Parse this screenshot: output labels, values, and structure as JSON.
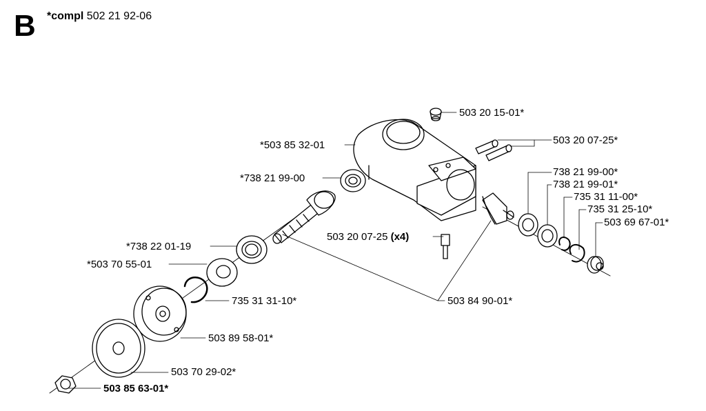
{
  "header": {
    "section_letter": "B",
    "compl_prefix": "*compl",
    "compl_number": "502 21 92-06"
  },
  "parts": [
    {
      "id": "p1",
      "label": "503 20 15-01*"
    },
    {
      "id": "p2",
      "label": "*503 85 32-01"
    },
    {
      "id": "p3",
      "label": "503 20 07-25*"
    },
    {
      "id": "p4",
      "label": "*738 21 99-00"
    },
    {
      "id": "p5",
      "label": "738 21 99-00*"
    },
    {
      "id": "p6",
      "label": "738 21 99-01*"
    },
    {
      "id": "p7",
      "label": "735 31 11-00*"
    },
    {
      "id": "p8",
      "label": "735 31 25-10*"
    },
    {
      "id": "p9",
      "label": "503 69 67-01*"
    },
    {
      "id": "p10",
      "label": "503 20 07-25",
      "suffix": "(x4)"
    },
    {
      "id": "p11",
      "label": "*738 22 01-19"
    },
    {
      "id": "p12",
      "label": "*503 70 55-01"
    },
    {
      "id": "p13",
      "label": "735 31 31-10*"
    },
    {
      "id": "p14",
      "label": "503 84 90-01*"
    },
    {
      "id": "p15",
      "label": "503 89 58-01*"
    },
    {
      "id": "p16",
      "label": "503 70 29-02*"
    },
    {
      "id": "p17",
      "label": "503 85 63-01*"
    }
  ]
}
